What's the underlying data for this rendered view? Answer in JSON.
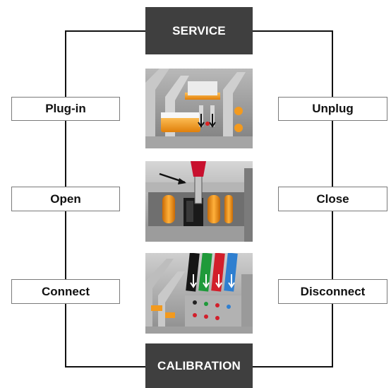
{
  "top_label": "SERVICE",
  "bottom_label": "CALIBRATION",
  "left_actions": [
    "Plug-in",
    "Open",
    "Connect"
  ],
  "right_actions": [
    "Unplug",
    "Close",
    "Disconnect"
  ],
  "photos": [
    {
      "name": "plug-in-terminal-photo"
    },
    {
      "name": "open-close-terminal-photo"
    },
    {
      "name": "test-probe-connection-photo"
    }
  ],
  "colors": {
    "header_bg": "#3f3f3f",
    "header_text": "#ffffff",
    "line": "#111111",
    "box_border": "#7a7a7a",
    "accent_orange": "#f39a1e"
  }
}
